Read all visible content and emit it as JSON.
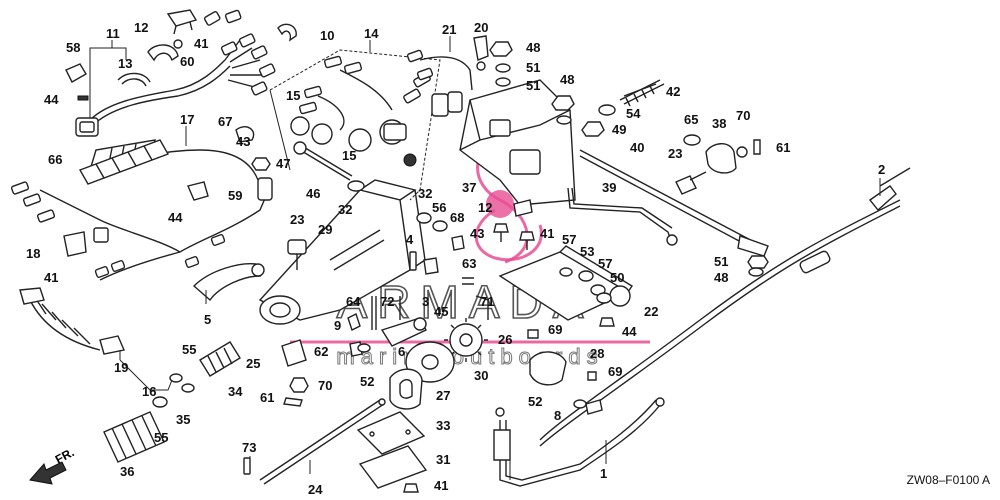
{
  "diagram": {
    "code": "ZW08–F0100 A",
    "direction": "FR."
  },
  "watermark": {
    "brand": "ARMADA",
    "tagline": "marine outboards",
    "color": "#e84e94"
  },
  "callouts": [
    "11",
    "12",
    "13",
    "58",
    "41",
    "60",
    "44",
    "10",
    "14",
    "21",
    "20",
    "48",
    "51",
    "51",
    "17",
    "67",
    "15",
    "15",
    "66",
    "43",
    "47",
    "46",
    "59",
    "44",
    "18",
    "41",
    "23",
    "29",
    "32",
    "37",
    "12",
    "48",
    "54",
    "49",
    "42",
    "65",
    "38",
    "70",
    "61",
    "23",
    "40",
    "39",
    "2",
    "56",
    "68",
    "4",
    "43",
    "41",
    "57",
    "53",
    "57",
    "50",
    "51",
    "48",
    "5",
    "19",
    "16",
    "55",
    "34",
    "25",
    "55",
    "35",
    "36",
    "73",
    "24",
    "62",
    "64",
    "9",
    "72",
    "3",
    "45",
    "71",
    "63",
    "52",
    "6",
    "26",
    "30",
    "27",
    "33",
    "31",
    "41",
    "61",
    "70",
    "69",
    "28",
    "69",
    "52",
    "8",
    "1",
    "22",
    "44"
  ]
}
